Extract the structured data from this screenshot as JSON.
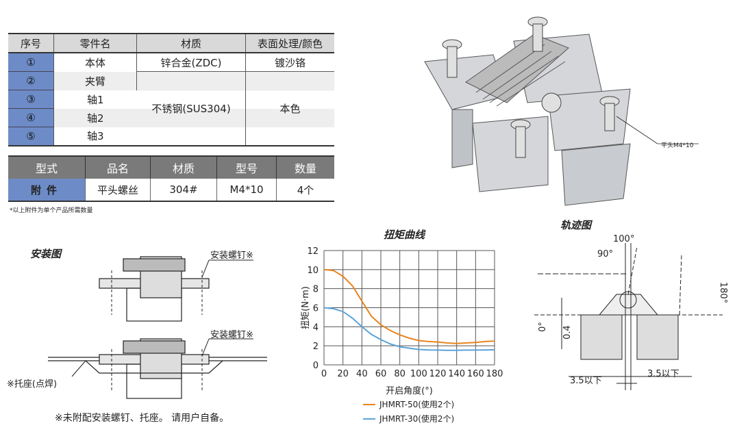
{
  "parts_table": {
    "headers": [
      "序号",
      "零件名",
      "材质",
      "表面处理/颜色"
    ],
    "rows": [
      {
        "no": "①",
        "name": "本体",
        "material": "锌合金(ZDC)",
        "finish": "镀沙铬"
      },
      {
        "no": "②",
        "name": "夹臂"
      },
      {
        "no": "③",
        "name": "轴1"
      },
      {
        "no": "④",
        "name": "轴2"
      },
      {
        "no": "⑤",
        "name": "轴3"
      }
    ],
    "shared_material": "不锈钢(SUS304)",
    "shared_finish": "本色"
  },
  "accessory_table": {
    "headers": [
      "型式",
      "品名",
      "材质",
      "型号",
      "数量"
    ],
    "row": [
      "附件",
      "平头螺丝",
      "304#",
      "M4*10",
      "4个"
    ]
  },
  "accessory_note": "*以上附件为单个产品所需数量",
  "product_callout": "平头M4*10",
  "install": {
    "title": "安装图",
    "screw_label_1": "安装螺钉※",
    "screw_label_2": "安装螺钉※",
    "seat_label": "※托座(点焊)",
    "footnote": "※未附配安装螺钉、托座。 请用户自备。"
  },
  "track": {
    "title": "轨迹图",
    "a100": "100°",
    "a90": "90°",
    "a180": "180°",
    "a0": "0°",
    "d04": "0.4",
    "w1": "3.5以下",
    "w2": "3.5以下"
  },
  "chart_data": {
    "type": "line",
    "title": "扭矩曲线",
    "xlabel": "开启角度(°)",
    "ylabel": "扭矩(N·m)",
    "xlim": [
      0,
      180
    ],
    "ylim": [
      0,
      12
    ],
    "grid": true,
    "xticks": [
      0,
      20,
      40,
      60,
      80,
      100,
      120,
      140,
      160,
      180
    ],
    "yticks": [
      0,
      2,
      4,
      6,
      8,
      10,
      12
    ],
    "x": [
      0,
      10,
      20,
      30,
      40,
      50,
      60,
      70,
      80,
      90,
      100,
      110,
      120,
      130,
      140,
      150,
      160,
      170,
      180
    ],
    "series": [
      {
        "name": "JHMRT-50(使用2个)",
        "color": "#e8841c",
        "values": [
          10,
          9.9,
          9.3,
          8.3,
          6.7,
          5.1,
          4.2,
          3.6,
          3.15,
          2.8,
          2.55,
          2.45,
          2.4,
          2.3,
          2.25,
          2.3,
          2.35,
          2.45,
          2.5
        ]
      },
      {
        "name": "JHMRT-30(使用2个)",
        "color": "#5aa3d8",
        "values": [
          6,
          5.9,
          5.6,
          4.9,
          4.0,
          3.2,
          2.65,
          2.2,
          1.9,
          1.75,
          1.62,
          1.57,
          1.55,
          1.53,
          1.52,
          1.55,
          1.55,
          1.57,
          1.58
        ]
      }
    ],
    "legend": "bottom"
  }
}
